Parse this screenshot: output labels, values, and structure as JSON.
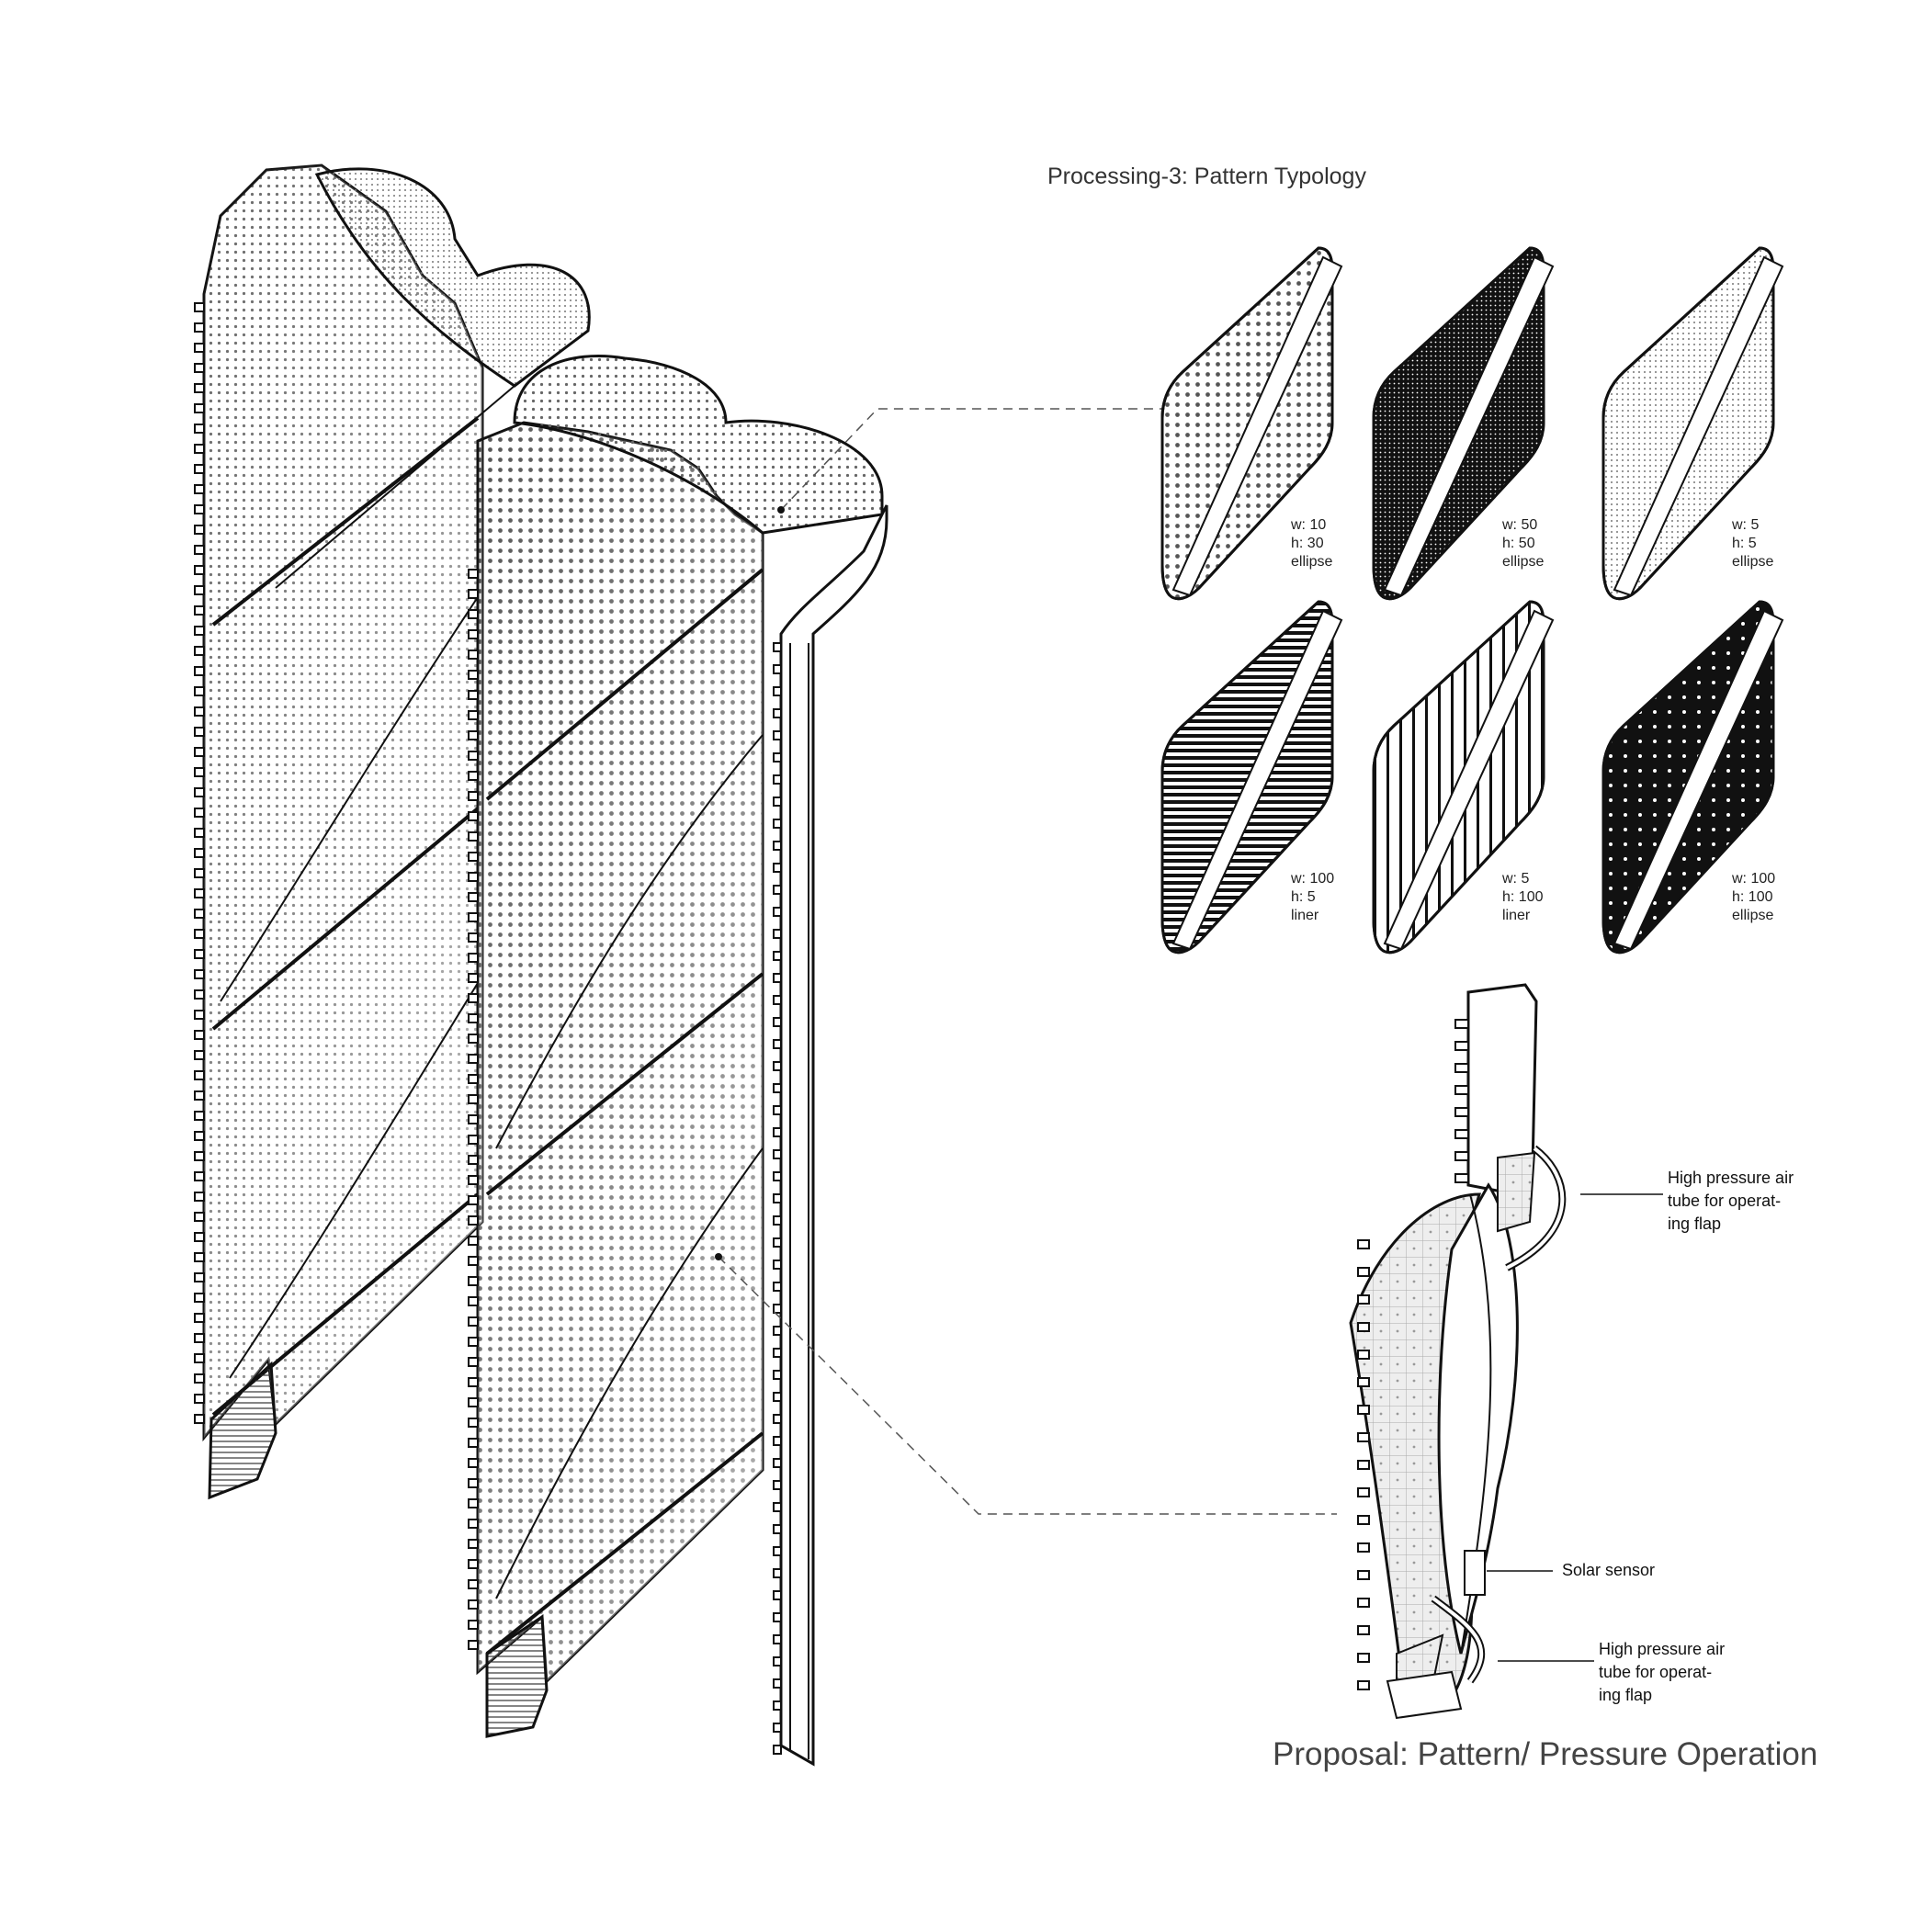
{
  "titles": {
    "typology": "Processing-3: Pattern Typology",
    "proposal": "Proposal: Pattern/ Pressure Operation"
  },
  "tiles": [
    {
      "w": "w: 10",
      "h": "h: 30",
      "type": "ellipse",
      "pattern": "gradient-dots"
    },
    {
      "w": "w: 50",
      "h": "h: 50",
      "type": "ellipse",
      "pattern": "dense-dots"
    },
    {
      "w": "w: 5",
      "h": "h: 5",
      "type": "ellipse",
      "pattern": "fine-dots"
    },
    {
      "w": "w: 100",
      "h": "h: 5",
      "type": "liner",
      "pattern": "horizontal-lines"
    },
    {
      "w": "w: 5",
      "h": "h: 100",
      "type": "liner",
      "pattern": "vertical-lines"
    },
    {
      "w": "w: 100",
      "h": "h: 100",
      "type": "ellipse",
      "pattern": "sparse-white-dots"
    }
  ],
  "callouts": {
    "air_tube_top": [
      "High pressure air",
      "tube for operat-",
      "ing flap"
    ],
    "solar_sensor": "Solar sensor",
    "air_tube_bottom": [
      "High pressure air",
      "tube for operat-",
      "ing flap"
    ]
  },
  "colors": {
    "ink": "#111111",
    "paper": "#ffffff",
    "halftone": "#555555"
  }
}
